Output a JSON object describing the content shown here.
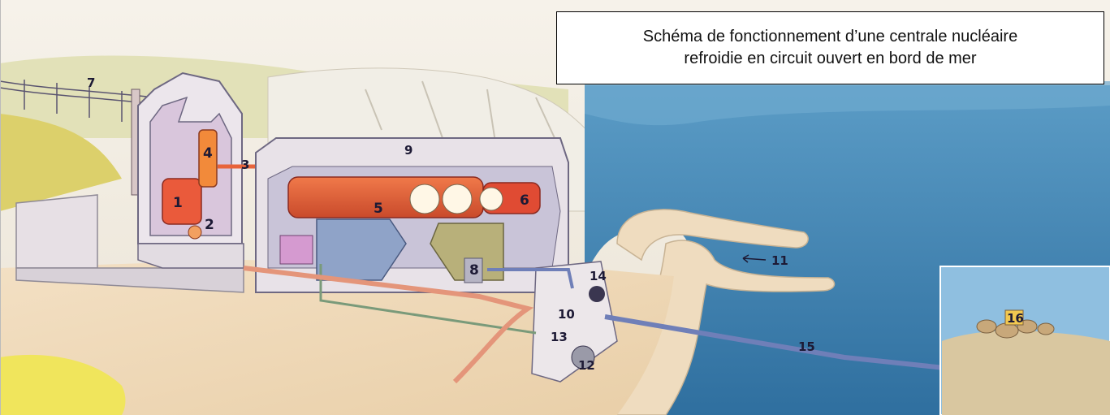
{
  "title": {
    "line1": "Schéma de fonctionnement d’une centrale nucléaire",
    "line2": "refroidie en circuit ouvert en bord de mer"
  },
  "labels": [
    "1",
    "2",
    "3",
    "4",
    "5",
    "6",
    "7",
    "8",
    "9",
    "10",
    "11",
    "12",
    "13",
    "14",
    "15",
    "16"
  ],
  "colors": {
    "sea": "#3f86b5",
    "sky": "#f3eee4",
    "land": "#efd9b6",
    "building": "#e6dfe7",
    "reactor": "#ec5a3a",
    "turbine": "#e8643b",
    "water_pipe": "#6f7fb8",
    "ink": "#1d1a35"
  }
}
